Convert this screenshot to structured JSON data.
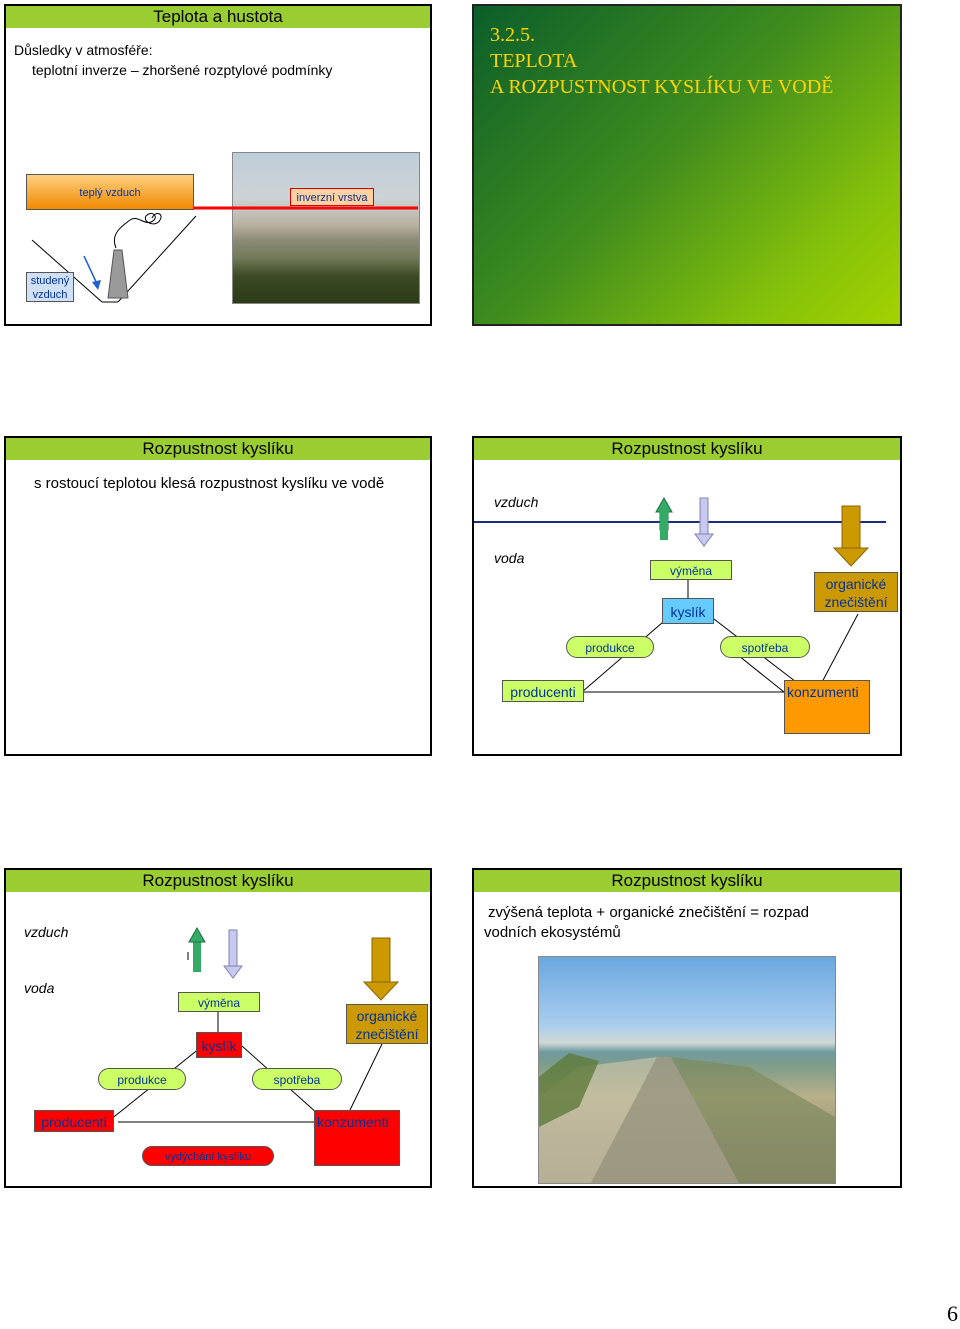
{
  "slide1": {
    "title": "Teplota a hustota",
    "line1": "Důsledky v atmosféře:",
    "line2": "teplotní inverze – zhoršené rozptylové podmínky",
    "warm_air": "teplý vzduch",
    "inversion_layer": "inverzní vrstva",
    "cold_air_1": "studený",
    "cold_air_2": "vzduch"
  },
  "slide2": {
    "number": "3.2.5.",
    "title1": "TEPLOTA",
    "title2": "A ROZPUSTNOST KYSLÍKU VE VODĚ"
  },
  "slide3": {
    "title": "Rozpustnost kyslíku",
    "text": "s rostoucí teplotou klesá rozpustnost kyslíku ve vodě"
  },
  "slide4": {
    "title": "Rozpustnost kyslíku",
    "air": "vzduch",
    "water": "voda",
    "exchange": "výměna",
    "oxygen": "kyslík",
    "pollution_1": "organické",
    "pollution_2": "znečištění",
    "production": "produkce",
    "consumption": "spotřeba",
    "producers": "producenti",
    "consumers": "konzumenti"
  },
  "slide5": {
    "title": "Rozpustnost kyslíku",
    "air": "vzduch",
    "water": "voda",
    "exchange": "výměna",
    "oxygen": "kyslík",
    "pollution_1": "organické",
    "pollution_2": "znečištění",
    "production": "produkce",
    "consumption": "spotřeba",
    "producers": "producenti",
    "consumers": "konzumenti",
    "breathing": "vydýchání kyslíku"
  },
  "slide6": {
    "title": "Rozpustnost kyslíku",
    "line1": "zvýšená teplota + organické znečištění = rozpad",
    "line2": "vodních ekosystémů"
  },
  "page_number": "6",
  "colors": {
    "header": "#9acd32",
    "orange": "#ff9900",
    "red": "#ff0000",
    "light_blue": "#66ccff",
    "gold": "#cc9900",
    "yellow_green": "#ccff66",
    "green_arrow": "#33aa66",
    "lavender_arrow": "#c8c8f0",
    "blue_text": "#003399"
  }
}
